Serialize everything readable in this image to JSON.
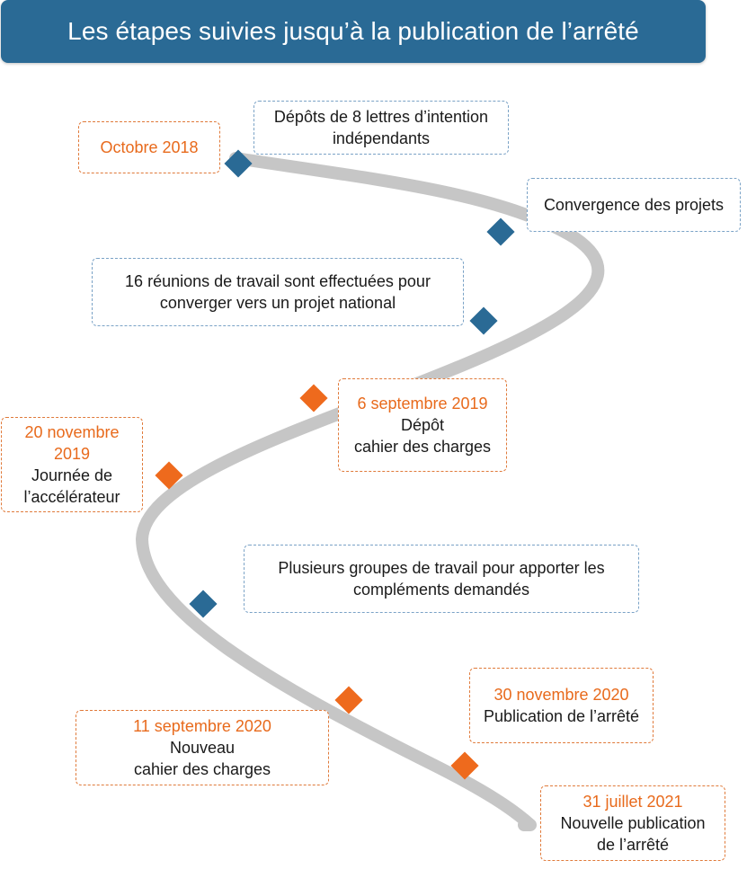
{
  "title": "Les étapes suivies jusqu’à la publication de l’arrêté",
  "colors": {
    "title_bg": "#2a6a95",
    "blue_marker": "#2a6a95",
    "orange_marker": "#ee6a1d",
    "date_text": "#e86a1c",
    "road": "#c6c6c6"
  },
  "events": [
    {
      "id": "oct2018",
      "kind": "date",
      "date": "Octobre 2018"
    },
    {
      "id": "lettres",
      "kind": "note",
      "line1": "Dépôts de 8 lettres d’intention",
      "line2": "indépendants"
    },
    {
      "id": "convergence",
      "kind": "note",
      "line1": "Convergence des projets"
    },
    {
      "id": "reunions",
      "kind": "note",
      "line1": "16 réunions de travail sont effectuées pour",
      "line2": "converger vers un projet national"
    },
    {
      "id": "sep2019",
      "kind": "milestone",
      "date": "6 septembre 2019",
      "line1": "Dépôt",
      "line2": "cahier des charges"
    },
    {
      "id": "nov2019",
      "kind": "milestone",
      "date_line1": "20 novembre",
      "date_line2": "2019",
      "line1": "Journée de",
      "line2": "l’accélérateur"
    },
    {
      "id": "groupes",
      "kind": "note",
      "line1": "Plusieurs groupes de travail pour apporter les",
      "line2": "compléments demandés"
    },
    {
      "id": "nov2020",
      "kind": "milestone",
      "date": "30 novembre 2020",
      "line1": "Publication de l’arrêté"
    },
    {
      "id": "sep2020",
      "kind": "milestone",
      "date": "11 septembre 2020",
      "line1": "Nouveau",
      "line2": "cahier des charges"
    },
    {
      "id": "jul2021",
      "kind": "milestone",
      "date": "31 juillet 2021",
      "line1": "Nouvelle publication",
      "line2": "de l’arrêté"
    }
  ]
}
